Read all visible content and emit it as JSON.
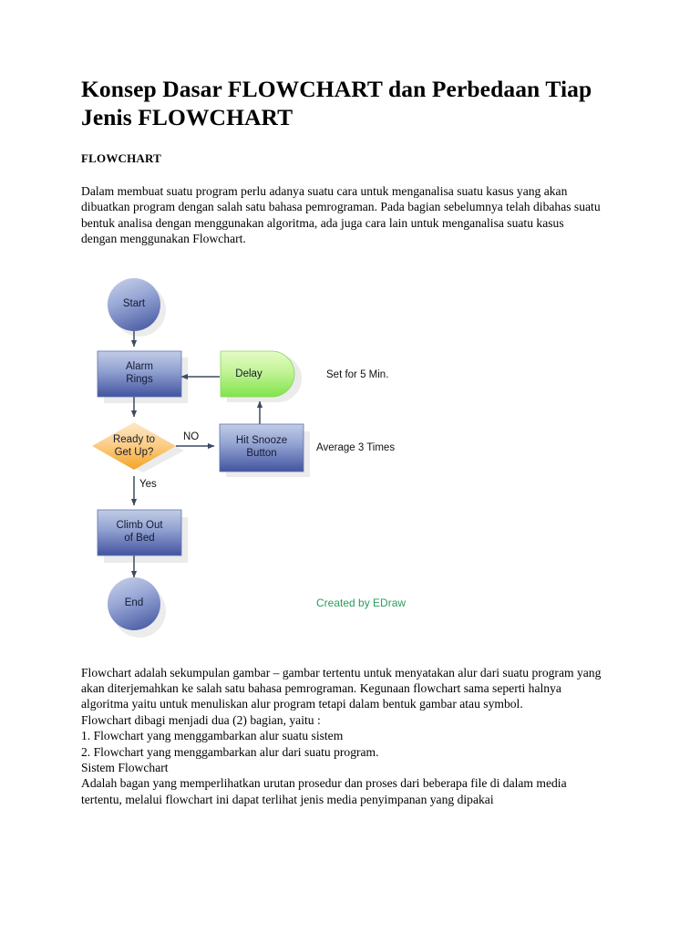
{
  "document": {
    "title": "Konsep Dasar FLOWCHART dan Perbedaan Tiap Jenis FLOWCHART",
    "subtitle": "FLOWCHART",
    "intro_paragraph": "Dalam membuat suatu program perlu adanya suatu cara untuk menganalisa suatu kasus yang akan dibuatkan program dengan salah satu bahasa pemrograman. Pada bagian sebelumnya telah dibahas suatu bentuk analisa dengan menggunakan algoritma, ada juga cara lain untuk menganalisa suatu kasus dengan menggunakan Flowchart.",
    "paragraph_2": "Flowchart adalah sekumpulan gambar – gambar tertentu untuk menyatakan alur dari suatu program yang akan diterjemahkan ke salah satu bahasa pemrograman. Kegunaan flowchart sama seperti halnya algoritma yaitu untuk menuliskan alur program tetapi dalam bentuk gambar atau symbol.",
    "paragraph_3_lead": "Flowchart dibagi menjadi dua (2) bagian, yaitu :",
    "paragraph_3_item_1": "1. Flowchart yang menggambarkan alur suatu sistem",
    "paragraph_3_item_2": "2. Flowchart yang menggambarkan alur dari suatu program.",
    "paragraph_4_heading": "Sistem Flowchart",
    "paragraph_4_body": "Adalah bagan yang memperlihatkan urutan prosedur dan proses dari beberapa file di dalam media tertentu, melalui flowchart ini dapat terlihat jenis media penyimpanan yang dipakai"
  },
  "flowchart": {
    "nodes": {
      "start": "Start",
      "alarm_rings": "Alarm\nRings",
      "delay": "Delay",
      "decision": "Ready to\nGet Up?",
      "hit_snooze": "Hit Snooze\nButton",
      "climb_out": "Climb Out\nof Bed",
      "end": "End"
    },
    "edge_labels": {
      "no": "NO",
      "yes": "Yes"
    },
    "annotations": {
      "delay_note": "Set for 5 Min.",
      "snooze_note": "Average 3 Times"
    },
    "credit": "Created by EDraw",
    "colors": {
      "node_blue_top": "#b7c2e0",
      "node_blue_bottom": "#4a5ba6",
      "node_green_top": "#d9f7b3",
      "node_green_bottom": "#7ee34a",
      "node_orange_top": "#fde3b6",
      "node_orange_bottom": "#f5a623",
      "connector": "#3c4a60",
      "shadow": "#dcdcdc",
      "credit_text": "#2a9d5c",
      "node_text": "#151a33"
    }
  }
}
